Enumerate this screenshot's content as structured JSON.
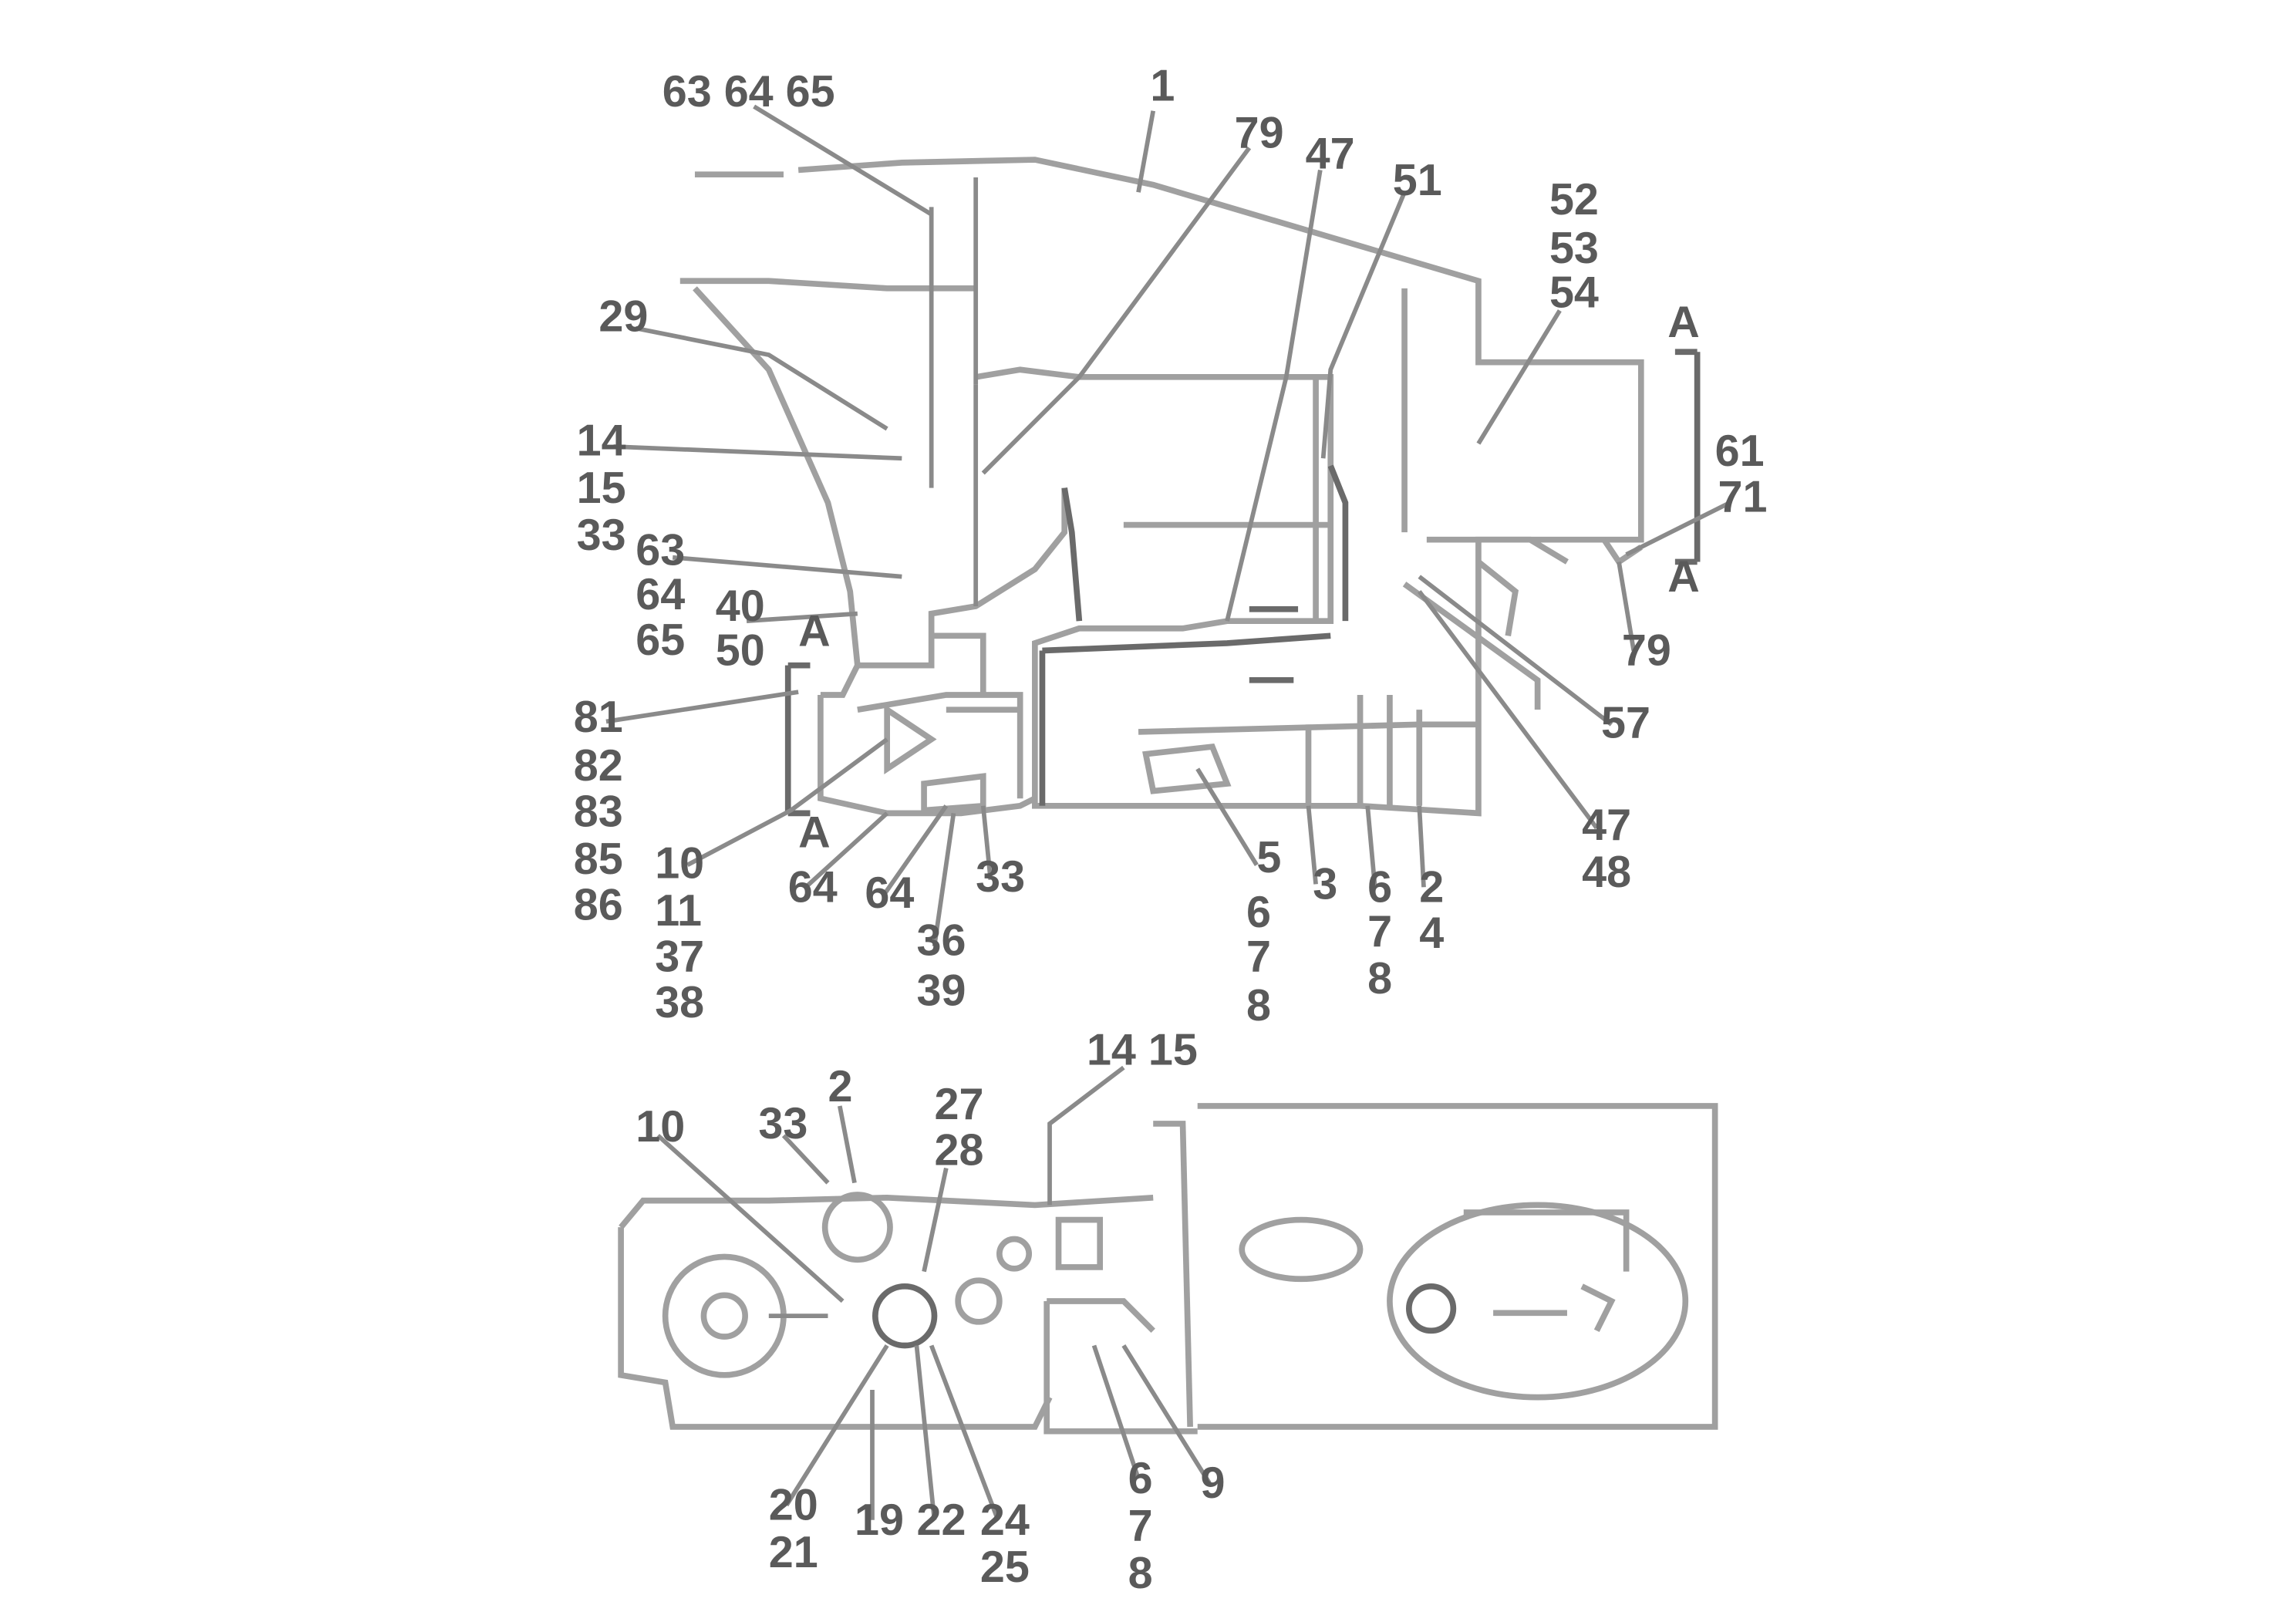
{
  "callouts": {
    "c_606463": "63 64 65",
    "c_1_top": "1",
    "c_79_top": "79",
    "c_47_top": "47",
    "c_51_top": "51",
    "c_52": "52",
    "c_53": "53",
    "c_54": "54",
    "c_arrow_a_top_right": "A",
    "c_29": "29",
    "c_14_left": "14",
    "c_15_left": "15",
    "c_33_left": "33",
    "c_61_right": "61",
    "c_71_right": "71",
    "c_63_left": "63",
    "c_64_left": "64",
    "c_65_left": "65",
    "c_40": "40",
    "c_50": "50",
    "c_arrow_a_top_left": "A",
    "c_arrow_a_bottom_right": "A",
    "c_79_right": "79",
    "c_57": "57",
    "c_81": "81",
    "c_82": "82",
    "c_83": "83",
    "c_85": "85",
    "c_86": "86",
    "c_arrow_a_bottom_left": "A",
    "c_10_mid": "10",
    "c_11": "11",
    "c_37": "37",
    "c_38": "38",
    "c_64_lower": "64",
    "c_64_lower2": "64",
    "c_33_lower": "33",
    "c_36": "36",
    "c_39": "39",
    "c_5_mid": "5",
    "c_6_mid": "6",
    "c_7_mid": "7",
    "c_8_mid": "8",
    "c_3_mid": "3",
    "c_6_mid2": "6",
    "c_7_mid2": "7",
    "c_8_mid2": "8",
    "c_2_mid": "2",
    "c_4_mid": "4",
    "c_47_right": "47",
    "c_48": "48",
    "c_1415_bottom": "14 15",
    "c_10_bottom": "10",
    "c_33_bottom": "33",
    "c_2_bottom": "2",
    "c_27_bottom": "27",
    "c_28_bottom": "28",
    "c_20": "20",
    "c_21": "21",
    "c_19": "19",
    "c_22": "22",
    "c_24": "24",
    "c_25": "25",
    "c_6_bottom": "6",
    "c_7_bottom": "7",
    "c_8_bottom": "8",
    "c_9_bottom": "9"
  }
}
